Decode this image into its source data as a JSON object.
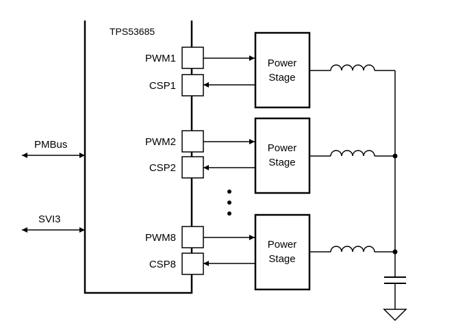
{
  "controller": {
    "name": "TPS53685"
  },
  "phases": [
    {
      "pwm_label": "PWM1",
      "csp_label": "CSP1",
      "stage_line1": "Power",
      "stage_line2": "Stage"
    },
    {
      "pwm_label": "PWM2",
      "csp_label": "CSP2",
      "stage_line1": "Power",
      "stage_line2": "Stage"
    },
    {
      "pwm_label": "PWM8",
      "csp_label": "CSP8",
      "stage_line1": "Power",
      "stage_line2": "Stage"
    }
  ],
  "buses": [
    {
      "label": "PMBus"
    },
    {
      "label": "SVI3"
    }
  ]
}
